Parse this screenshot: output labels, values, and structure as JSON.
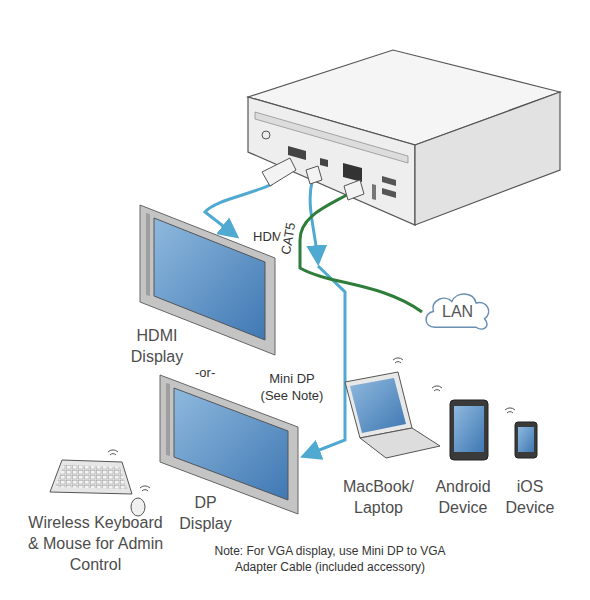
{
  "diagram": {
    "nodes": [
      {
        "text": [
          "HDMI Display"
        ]
      },
      {
        "text": [
          "DP Display"
        ]
      },
      {
        "text": [
          "Wireless Keyboard & Mouse for Admin Control"
        ]
      },
      {
        "text": [
          "MacBook/ Laptop"
        ]
      },
      {
        "text": [
          "Android Device"
        ]
      },
      {
        "text": [
          "iOS Device"
        ]
      },
      {
        "text": [
          "LAN"
        ]
      }
    ],
    "labels": [
      "-or-",
      "HDMI",
      "Mini DP (See Note)",
      "CAT5",
      "Note: For VGA display, use Mini DP to VGA Adapter Cable (included accessory)"
    ]
  }
}
